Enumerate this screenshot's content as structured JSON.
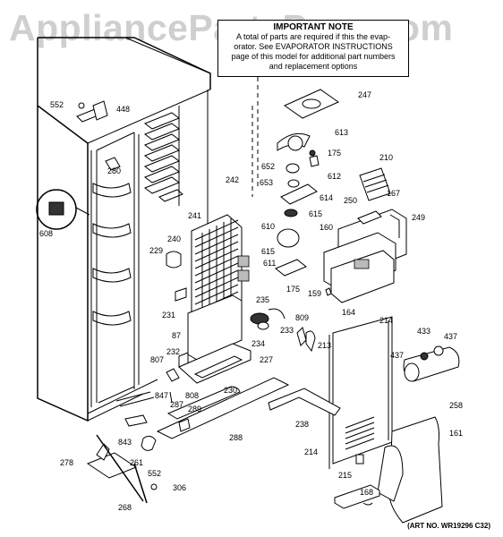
{
  "watermark": "AppliancePartsPros.com",
  "note": {
    "heading": "IMPORTANT NOTE",
    "lines": [
      "A total of parts are required if this the evap-",
      "orator. See EVAPORATOR INSTRUCTIONS",
      "page of this model for additional part numbers",
      "and replacement options"
    ]
  },
  "art_number": "(ART NO. WR19296 C32)",
  "part_labels": [
    "552",
    "448",
    "280",
    "608",
    "241",
    "240",
    "242",
    "229",
    "231",
    "87",
    "232",
    "807",
    "847",
    "287",
    "843",
    "261",
    "552",
    "278",
    "268",
    "306",
    "247",
    "613",
    "175",
    "652",
    "612",
    "653",
    "614",
    "610",
    "615",
    "611",
    "615",
    "175",
    "235",
    "234",
    "233",
    "809",
    "230",
    "227",
    "808",
    "289",
    "288",
    "238",
    "210",
    "167",
    "250",
    "160",
    "249",
    "159",
    "164",
    "214",
    "213",
    "433",
    "437",
    "437",
    "258",
    "161",
    "214",
    "215",
    "168"
  ]
}
